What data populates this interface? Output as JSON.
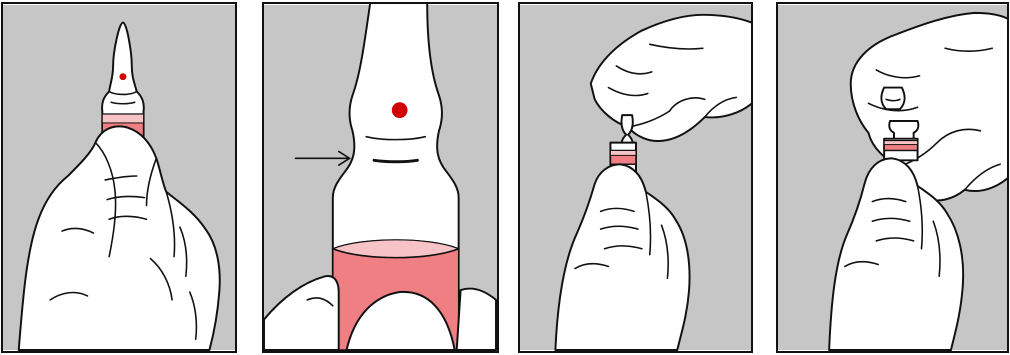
{
  "colors": {
    "background": "#c6c6c6",
    "glass": "#ffffff",
    "outline": "#111111",
    "liquid": "#f4a0a3",
    "liquid_light": "#f8c3c6",
    "liquid_dark": "#f07f83",
    "dot": "#d10000"
  },
  "panels": [
    {
      "step": 1,
      "content": [
        "hand-icon",
        "ampoule-icon",
        "red-dot-marker"
      ]
    },
    {
      "step": 2,
      "content": [
        "ampoule-closeup-icon",
        "red-dot-marker",
        "arrow-icon",
        "hand-icon"
      ]
    },
    {
      "step": 3,
      "content": [
        "hand-icon",
        "ampoule-icon",
        "hand-icon"
      ]
    },
    {
      "step": 4,
      "content": [
        "hand-icon",
        "ampoule-icon",
        "hand-icon",
        "ampoule-tip-icon"
      ]
    }
  ]
}
